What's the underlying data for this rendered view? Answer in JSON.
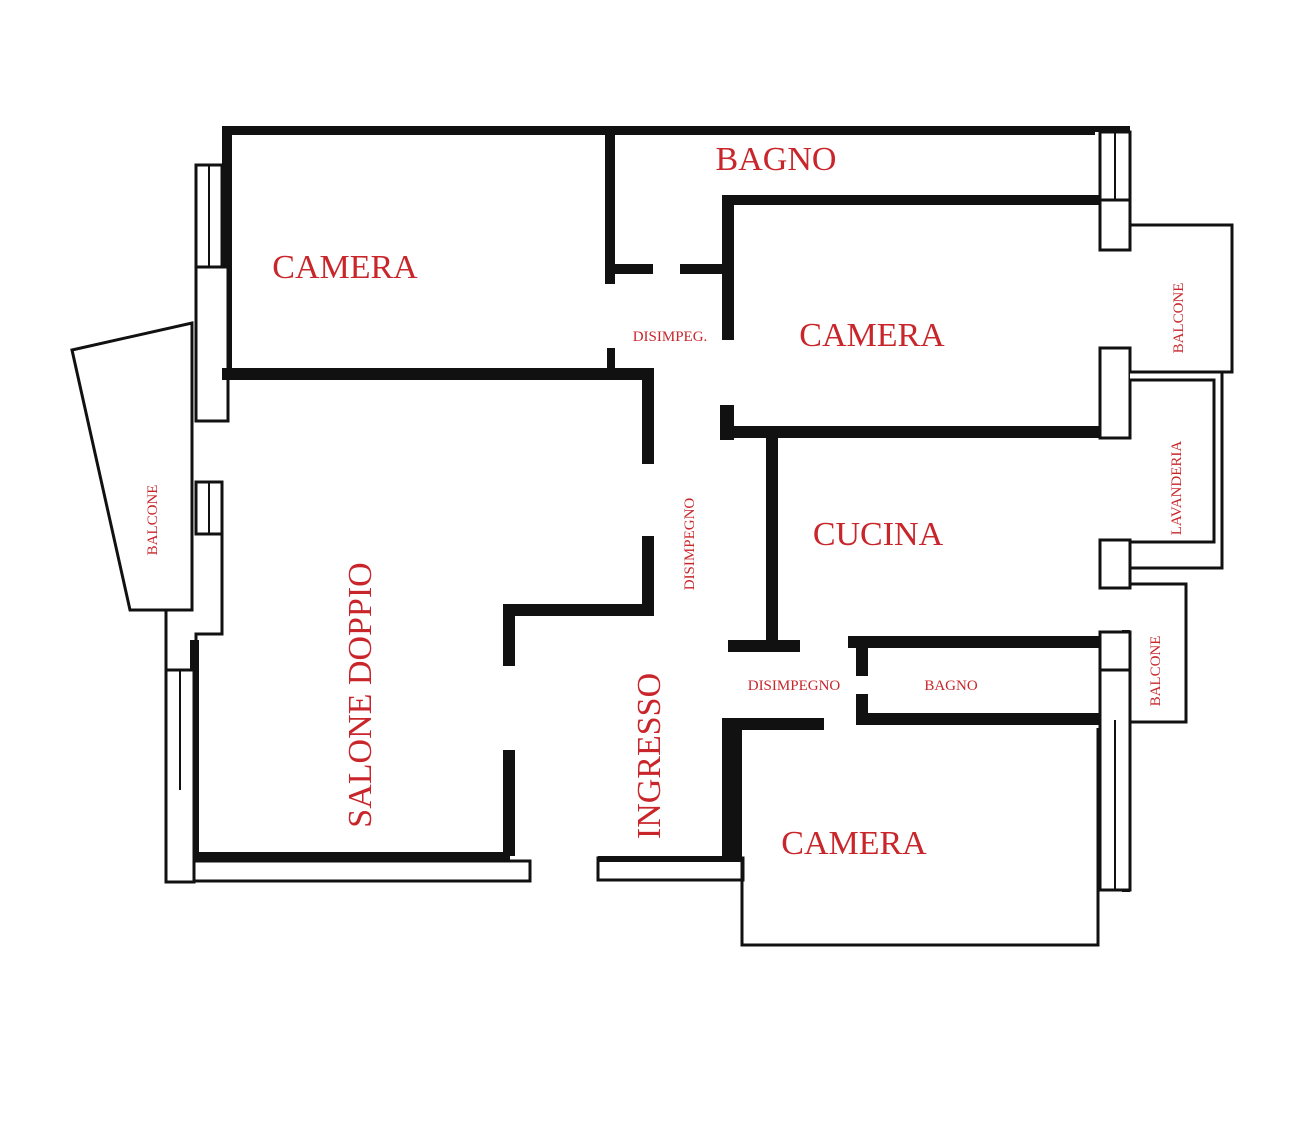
{
  "colors": {
    "label": "#c8262b",
    "wall": "#111111",
    "background": "#ffffff"
  },
  "rooms": {
    "camera_top_left": "CAMERA",
    "bagno_top": "BAGNO",
    "camera_middle": "CAMERA",
    "disimpeg_top": "DISIMPEG.",
    "balcone_right_top": "BALCONE",
    "lavanderia": "LAVANDERIA",
    "cucina": "CUCINA",
    "disimpegno_vertical": "DISIMPEGNO",
    "balcone_left": "BALCONE",
    "salone_doppio": "SALONE DOPPIO",
    "ingresso": "INGRESSO",
    "disimpegno_lower": "DISIMPEGNO",
    "bagno_lower": "BAGNO",
    "balcone_right_bottom": "BALCONE",
    "camera_bottom": "CAMERA"
  }
}
